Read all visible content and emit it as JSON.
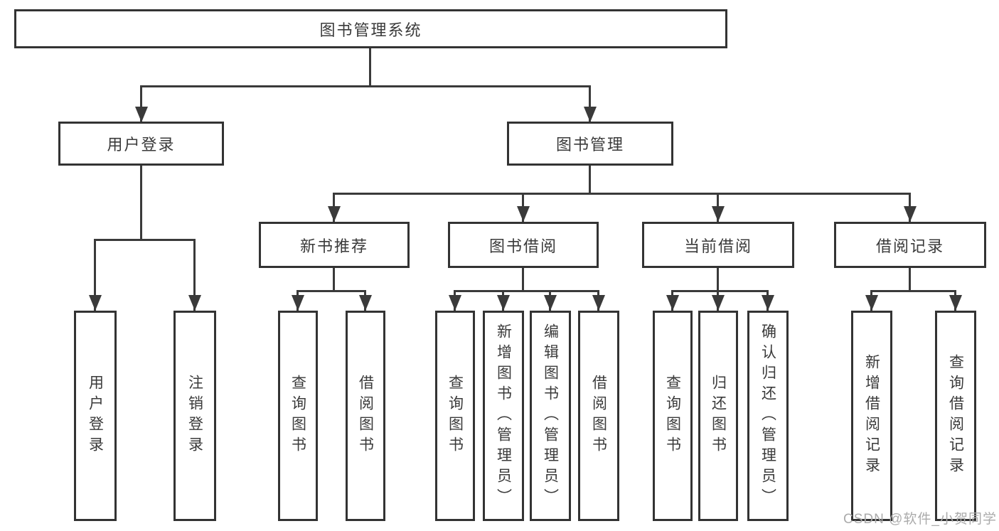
{
  "diagram": {
    "type": "tree",
    "root": {
      "label": "图书管理系统",
      "children": [
        {
          "label": "用户登录",
          "children": [
            {
              "label": "用户登录"
            },
            {
              "label": "注销登录"
            }
          ]
        },
        {
          "label": "图书管理",
          "children": [
            {
              "label": "新书推荐",
              "children": [
                {
                  "label": "查询图书"
                },
                {
                  "label": "借阅图书"
                }
              ]
            },
            {
              "label": "图书借阅",
              "children": [
                {
                  "label": "查询图书"
                },
                {
                  "label": "新增图书（管理员）"
                },
                {
                  "label": "编辑图书（管理员）"
                },
                {
                  "label": "借阅图书"
                }
              ]
            },
            {
              "label": "当前借阅",
              "children": [
                {
                  "label": "查询图书"
                },
                {
                  "label": "归还图书"
                },
                {
                  "label": "确认归还（管理员）"
                }
              ]
            },
            {
              "label": "借阅记录",
              "children": [
                {
                  "label": "新增借阅记录"
                },
                {
                  "label": "查询借阅记录"
                }
              ]
            }
          ]
        }
      ]
    },
    "colors": {
      "line": "#3a3a3a",
      "box_border": "#333333",
      "text": "#3a3a3a",
      "background": "#ffffff",
      "watermark": "#ababab"
    }
  },
  "watermark": {
    "text": "CSDN @软件_小贺同学"
  }
}
